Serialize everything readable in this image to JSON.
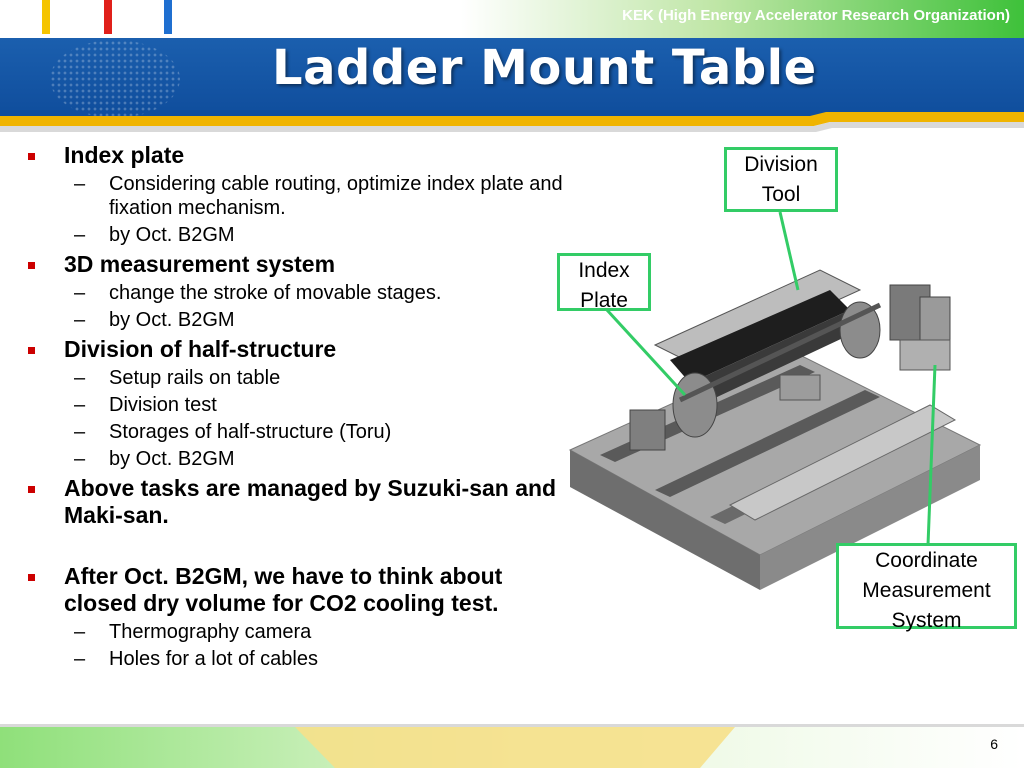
{
  "header": {
    "org": "KEK (High Energy Accelerator Research Organization)",
    "title": "Ladder Mount Table"
  },
  "colors": {
    "accent_blue": "#0f4d9c",
    "bullet_red": "#cc0000",
    "callout_green": "#33cc66"
  },
  "content": {
    "item1": {
      "title": "Index plate",
      "sub": [
        "Considering cable routing, optimize index plate and fixation mechanism.",
        "by Oct. B2GM"
      ]
    },
    "item2": {
      "title": "3D measurement system",
      "sub": [
        "change the stroke of movable stages.",
        "by Oct. B2GM"
      ]
    },
    "item3": {
      "title": "Division of half-structure",
      "sub": [
        "Setup rails on table",
        "Division test",
        "Storages of half-structure (Toru)",
        "by Oct. B2GM"
      ]
    },
    "item4": {
      "title": "Above tasks are managed by Suzuki-san and Maki-san."
    },
    "item5": {
      "title": "After Oct. B2GM, we have to think about closed dry volume for CO2 cooling test.",
      "sub": [
        "Thermography camera",
        "Holes for a lot of cables"
      ]
    }
  },
  "callouts": {
    "division_tool": [
      "Division",
      "Tool"
    ],
    "index_plate": [
      "Index",
      "Plate"
    ],
    "coordinate": [
      "Coordinate",
      "Measurement",
      "System"
    ]
  },
  "footer": {
    "page": "6"
  }
}
